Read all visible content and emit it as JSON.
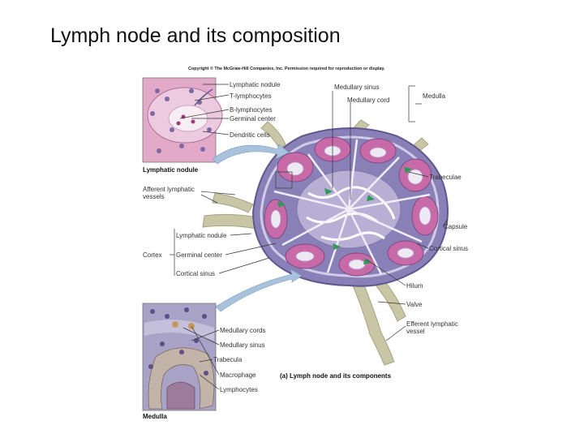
{
  "title": "Lymph node and its composition",
  "copyright": "Copyright © The McGraw-Hill Companies, Inc. Permission required for reproduction or display.",
  "caption": "(a) Lymph node and its components",
  "insets": {
    "top_label": "Lymphatic nodule",
    "bottom_label": "Medulla"
  },
  "labels": {
    "nodule_lymphatic_nodule": "Lymphatic nodule",
    "t_lymphocytes": "T-lymphocytes",
    "b_lymphocytes": "B-lymphocytes",
    "germinal_center_top": "Germinal center",
    "dendritic_cells": "Dendritic cells",
    "afferent_1": "Afferent lymphatic",
    "afferent_2": "vessels",
    "cortex": "Cortex",
    "cortex_lymphatic_nodule": "Lymphatic nodule",
    "cortex_germinal_center": "Germinal center",
    "cortex_cortical_sinus": "Cortical sinus",
    "medullary_sinus_top": "Medullary sinus",
    "medullary_cord_top": "Medullary cord",
    "medulla": "Medulla",
    "trabeculae": "Trabeculae",
    "capsule": "Capsule",
    "cortical_sinus_right": "Cortical sinus",
    "hilum": "Hilum",
    "valve": "Valve",
    "efferent_1": "Efferent lymphatic",
    "efferent_2": "vessel",
    "medullary_cords": "Medullary cords",
    "medullary_sinus_bottom": "Medullary sinus",
    "trabecula": "Trabecula",
    "macrophage": "Macrophage",
    "lymphocytes": "Lymphocytes"
  },
  "colors": {
    "node_fill": "#8a80b8",
    "nodule_fill": "#c86aa8",
    "vessel_fill": "#c9c6a6",
    "inset_top_fill": "#e2aac8",
    "inset_bottom_fill": "#a8a2c6",
    "arrow_fill": "#a9c2dc"
  }
}
